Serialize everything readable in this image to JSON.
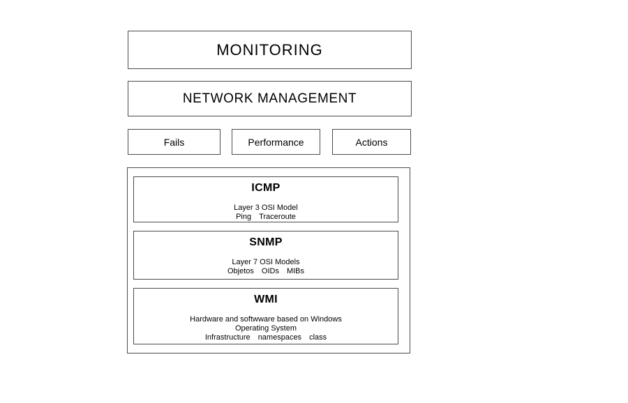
{
  "diagram": {
    "monitoring": {
      "label": "MONITORING"
    },
    "network_management": {
      "label": "NETWORK MANAGEMENT"
    },
    "categories": [
      {
        "label": "Fails"
      },
      {
        "label": "Performance"
      },
      {
        "label": "Actions"
      }
    ],
    "protocols": [
      {
        "title": "ICMP",
        "lines": [
          "Layer 3 OSI Model"
        ],
        "keywords": [
          "Ping",
          "Traceroute"
        ]
      },
      {
        "title": "SNMP",
        "lines": [
          "Layer 7 OSI Models"
        ],
        "keywords": [
          "Objetos",
          "OIDs",
          "MIBs"
        ]
      },
      {
        "title": "WMI",
        "lines": [
          "Hardware and softwware based on Windows",
          "Operating System"
        ],
        "keywords": [
          "Infrastructure",
          "namespaces",
          "class"
        ]
      }
    ],
    "colors": {
      "border": "#4a4a4a",
      "text": "#000000",
      "background": "#ffffff"
    }
  }
}
